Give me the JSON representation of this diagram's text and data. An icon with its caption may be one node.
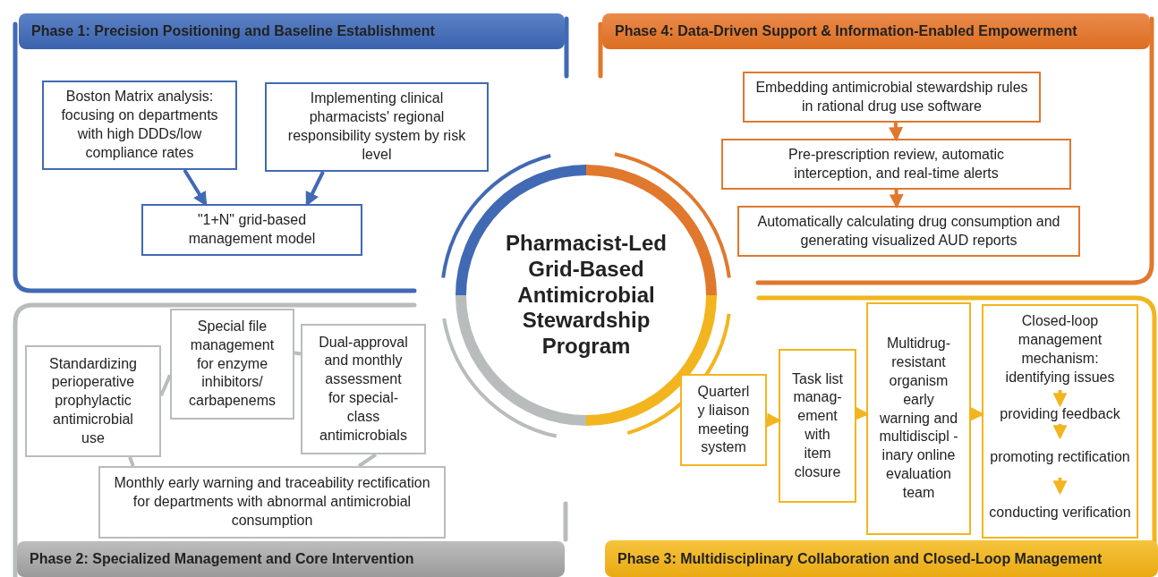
{
  "diagram": {
    "nodes": [
      {
        "text": [
          "Phase 1: Precision Positioning and Baseline Establishment"
        ]
      },
      {
        "text": [
          "Boston Matrix analysis: focusing on departments with high DDDs/low compliance rates"
        ],
        "in": 0
      },
      {
        "text": [
          "Implementing clinical pharmacists' regional responsibility system by risk level"
        ],
        "in": 0
      },
      {
        "text": [
          "\"1+N\" grid-based management model"
        ],
        "in": 0
      },
      {
        "text": [
          "Phase 4: Data-Driven Support & Information-Enabled Empowerment"
        ]
      },
      {
        "text": [
          "Embedding antimicrobial stewardship rules in rational drug use software"
        ],
        "in": 4
      },
      {
        "text": [
          "Pre-prescription review, automatic interception, and real-time alerts"
        ],
        "in": 4
      },
      {
        "text": [
          "Automatically calculating drug consumption and generating visualized AUD reports"
        ],
        "in": 4
      },
      {
        "text": [
          "Pharmacist-Led Grid-Based Antimicrobial Stewardship Program"
        ]
      },
      {
        "text": [
          "Phase 2: Specialized Management and Core Intervention"
        ]
      },
      {
        "text": [
          "Standardizing perioperative prophylactic antimicrobial use"
        ],
        "in": 9
      },
      {
        "text": [
          "Special file management for enzyme inhibitors/ carbapenems"
        ],
        "in": 9
      },
      {
        "text": [
          "Dual-approval and monthly assessment for special-class antimicrobials"
        ],
        "in": 9
      },
      {
        "text": [
          "Monthly early warning and traceability rectification for departments with abnormal antimicrobial consumption"
        ],
        "in": 9
      },
      {
        "text": [
          "Phase 3: Multidisciplinary Collaboration and Closed-Loop Management"
        ]
      },
      {
        "text": [
          "Quarterl y liaison meeting system"
        ],
        "in": 14
      },
      {
        "text": [
          "Task list manag- ement with item closure"
        ],
        "in": 14
      },
      {
        "text": [
          "Multidrug- resistant organism early warning and multidiscipl -inary online evaluation team"
        ],
        "in": 14
      },
      {
        "text": [],
        "shape": "box",
        "in": 14
      },
      {
        "text": [
          "Closed-loop management mechanism: identifying issues"
        ],
        "in": 18
      },
      {
        "text": [
          "providing feedback"
        ],
        "in": 18
      },
      {
        "text": [
          "promoting rectification"
        ],
        "in": 18
      },
      {
        "text": [
          "conducting verification"
        ],
        "in": 18
      }
    ],
    "edges": [
      {
        "from": 1,
        "to": 3,
        "arrow": "to",
        "color": "#4169b4"
      },
      {
        "from": 2,
        "to": 3,
        "arrow": "to",
        "color": "#4169b4"
      },
      {
        "from": 5,
        "to": 6,
        "arrow": "to",
        "color": "#e0782e"
      },
      {
        "from": 6,
        "to": 7,
        "arrow": "to",
        "color": "#e0782e"
      },
      {
        "from": 10,
        "to": 11,
        "arrow": "none",
        "color": "#b9bcbc"
      },
      {
        "from": 11,
        "to": 12,
        "arrow": "none",
        "color": "#b9bcbc"
      },
      {
        "from": 10,
        "to": 13,
        "arrow": "none",
        "color": "#b9bcbc"
      },
      {
        "from": 12,
        "to": 13,
        "arrow": "none",
        "color": "#b9bcbc"
      },
      {
        "from": 15,
        "to": 16,
        "arrow": "to",
        "color": "#f2b51f"
      },
      {
        "from": 16,
        "to": 17,
        "arrow": "to",
        "color": "#f2b51f"
      },
      {
        "from": 17,
        "to": 18,
        "arrow": "to",
        "color": "#f2b51f"
      },
      {
        "from": 19,
        "to": 20,
        "arrow": "to",
        "color": "#f2b51f"
      },
      {
        "from": 20,
        "to": 21,
        "arrow": "to",
        "color": "#f2b51f"
      },
      {
        "from": 21,
        "to": 22,
        "arrow": "to",
        "color": "#f2b51f"
      }
    ]
  }
}
